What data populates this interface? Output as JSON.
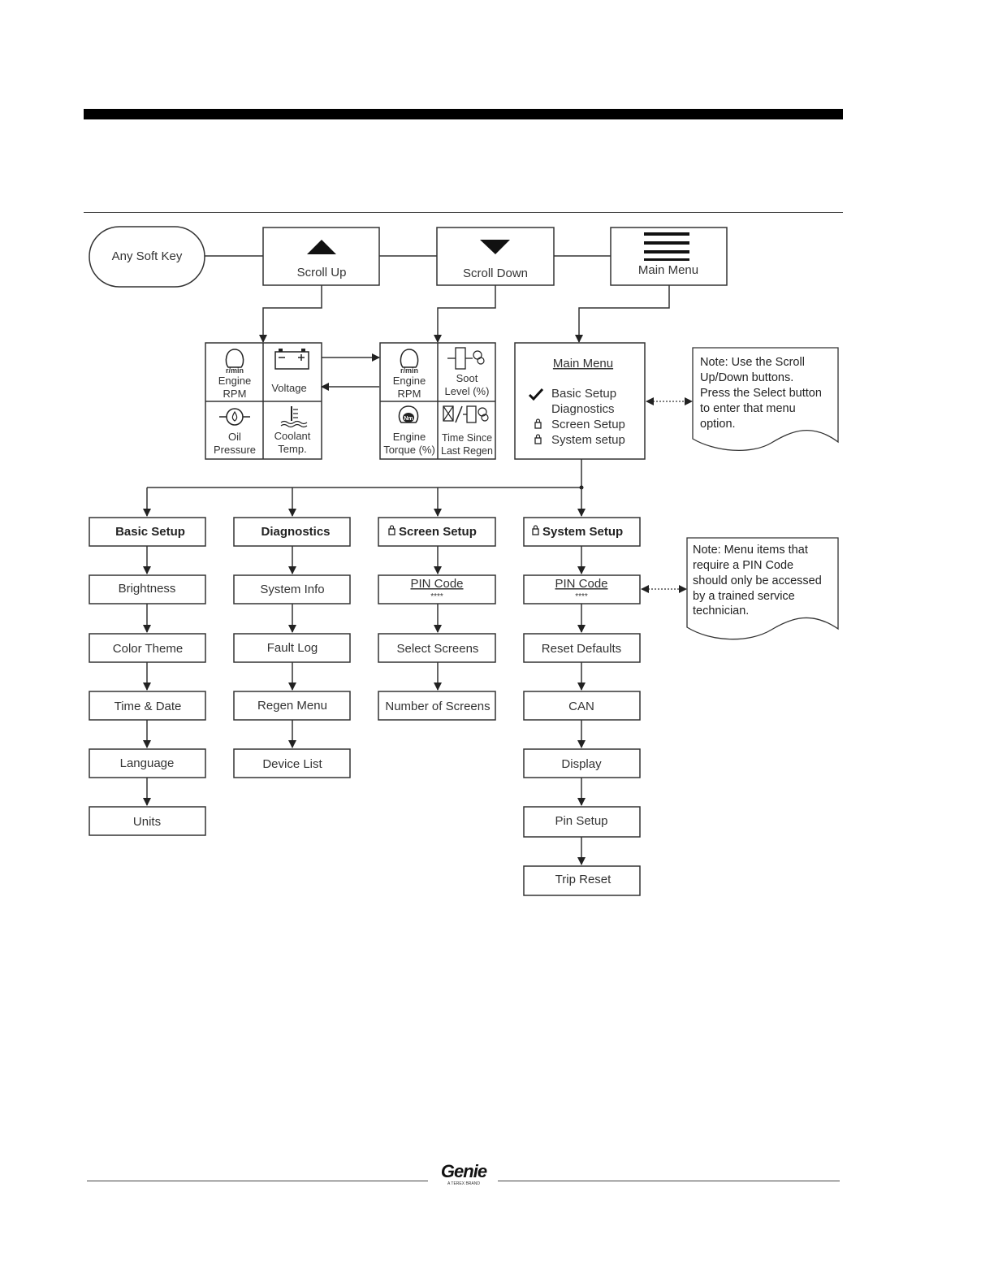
{
  "nav": {
    "any_soft_key": "Any Soft Key",
    "scroll_up": "Scroll Up",
    "scroll_down": "Scroll Down",
    "main_menu": "Main Menu"
  },
  "screen1": {
    "engine_rpm_unit": "r/min",
    "engine_rpm_l1": "Engine",
    "engine_rpm_l2": "RPM",
    "voltage": "Voltage",
    "oil_l1": "Oil",
    "oil_l2": "Pressure",
    "coolant_l1": "Coolant",
    "coolant_l2": "Temp."
  },
  "screen2": {
    "engine_rpm_unit": "r/min",
    "engine_rpm_l1": "Engine",
    "engine_rpm_l2": "RPM",
    "soot_l1": "Soot",
    "soot_l2": "Level (%)",
    "torque_unit": "Nm",
    "torque_l1": "Engine",
    "torque_l2": "Torque (%)",
    "regen_l1": "Time Since",
    "regen_l2": "Last Regen"
  },
  "main_menu_screen": {
    "title": "Main Menu",
    "items": [
      "Basic Setup",
      "Diagnostics",
      "Screen Setup",
      "System setup"
    ]
  },
  "note1": {
    "lines": [
      "Note: Use the Scroll",
      "Up/Down buttons.",
      "Press the Select button",
      "to enter that menu",
      "option."
    ]
  },
  "note2": {
    "lines": [
      "Note: Menu items that",
      "require a PIN Code",
      "should only be accessed",
      "by a trained service",
      "technician."
    ]
  },
  "basic_setup": {
    "header": "Basic Setup",
    "items": [
      "Brightness",
      "Color Theme",
      "Time & Date",
      "Language",
      "Units"
    ]
  },
  "diagnostics": {
    "header": "Diagnostics",
    "items": [
      "System Info",
      "Fault Log",
      "Regen Menu",
      "Device List"
    ]
  },
  "screen_setup": {
    "header": "Screen Setup",
    "pin_label": "PIN Code",
    "pin_mask": "****",
    "items": [
      "Select Screens",
      "Number of Screens"
    ]
  },
  "system_setup": {
    "header": "System Setup",
    "pin_label": "PIN Code",
    "pin_mask": "****",
    "items": [
      "Reset Defaults",
      "CAN",
      "Display",
      "Pin Setup",
      "Trip Reset"
    ]
  },
  "footer": {
    "brand": "Genie",
    "tagline": "A TEREX BRAND"
  }
}
